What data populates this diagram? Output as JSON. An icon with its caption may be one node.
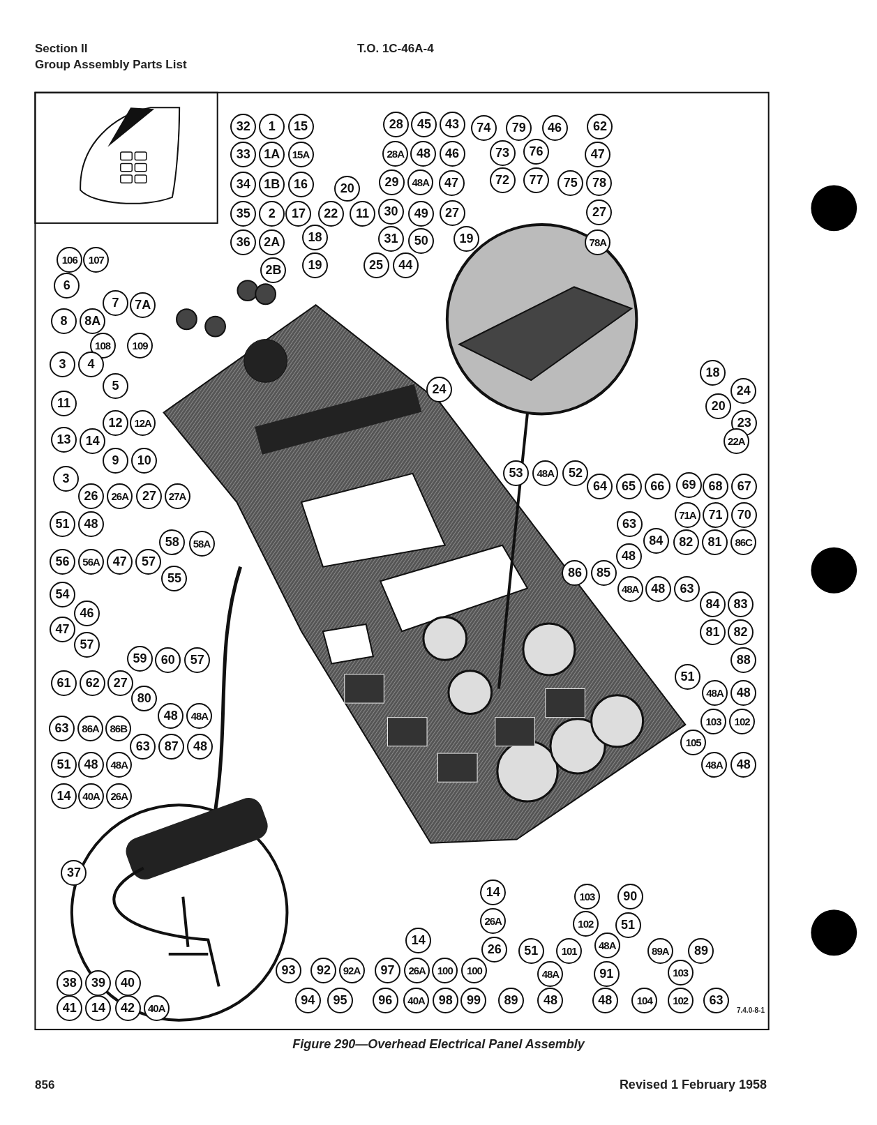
{
  "diagram": {
    "caption": "Figure 290—Overhead Electrical Panel Assembly",
    "labels": [
      "Section II",
      "Group Assembly Parts List",
      "T.O. 1C-46A-4",
      "32",
      "1",
      "15",
      "28",
      "45",
      "43",
      "74",
      "79",
      "46",
      "62",
      "33",
      "1A",
      "15A",
      "28A",
      "48",
      "46",
      "73",
      "76",
      "47",
      "34",
      "1B",
      "16",
      "29",
      "48A",
      "47",
      "72",
      "77",
      "75",
      "78",
      "20",
      "35",
      "2",
      "17",
      "22",
      "11",
      "30",
      "49",
      "27",
      "27",
      "36",
      "2A",
      "18",
      "31",
      "50",
      "19",
      "78A",
      "106",
      "107",
      "2B",
      "19",
      "25",
      "44",
      "6",
      "7",
      "7A",
      "8",
      "8A",
      "108",
      "109",
      "3",
      "4",
      "18",
      "5",
      "24",
      "24",
      "11",
      "20",
      "12",
      "12A",
      "23",
      "13",
      "14",
      "22A",
      "9",
      "10",
      "53",
      "48A",
      "52",
      "3",
      "64",
      "65",
      "66",
      "69",
      "68",
      "67",
      "26",
      "26A",
      "27",
      "27A",
      "71A",
      "71",
      "70",
      "51",
      "48",
      "63",
      "58",
      "58A",
      "84",
      "82",
      "81",
      "86C",
      "48",
      "56",
      "56A",
      "47",
      "57",
      "86",
      "85",
      "55",
      "48A",
      "48",
      "63",
      "54",
      "84",
      "83",
      "46",
      "47",
      "81",
      "82",
      "57",
      "59",
      "60",
      "57",
      "88",
      "51",
      "61",
      "62",
      "27",
      "48A",
      "48",
      "80",
      "48",
      "48A",
      "103",
      "102",
      "63",
      "86A",
      "86B",
      "105",
      "63",
      "87",
      "48",
      "51",
      "48",
      "48A",
      "48A",
      "48",
      "14",
      "40A",
      "26A",
      "37",
      "14",
      "103",
      "90",
      "26A",
      "102",
      "51",
      "14",
      "48A",
      "26",
      "51",
      "101",
      "89A",
      "89",
      "93",
      "92",
      "92A",
      "97",
      "26A",
      "100",
      "100",
      "103",
      "91",
      "38",
      "39",
      "40",
      "48A",
      "94",
      "95",
      "96",
      "40A",
      "98",
      "99",
      "89",
      "48",
      "48",
      "104",
      "102",
      "63",
      "41",
      "14",
      "42",
      "40A",
      "7.4.0-8-1",
      "856",
      "Revised 1 February 1958"
    ]
  }
}
